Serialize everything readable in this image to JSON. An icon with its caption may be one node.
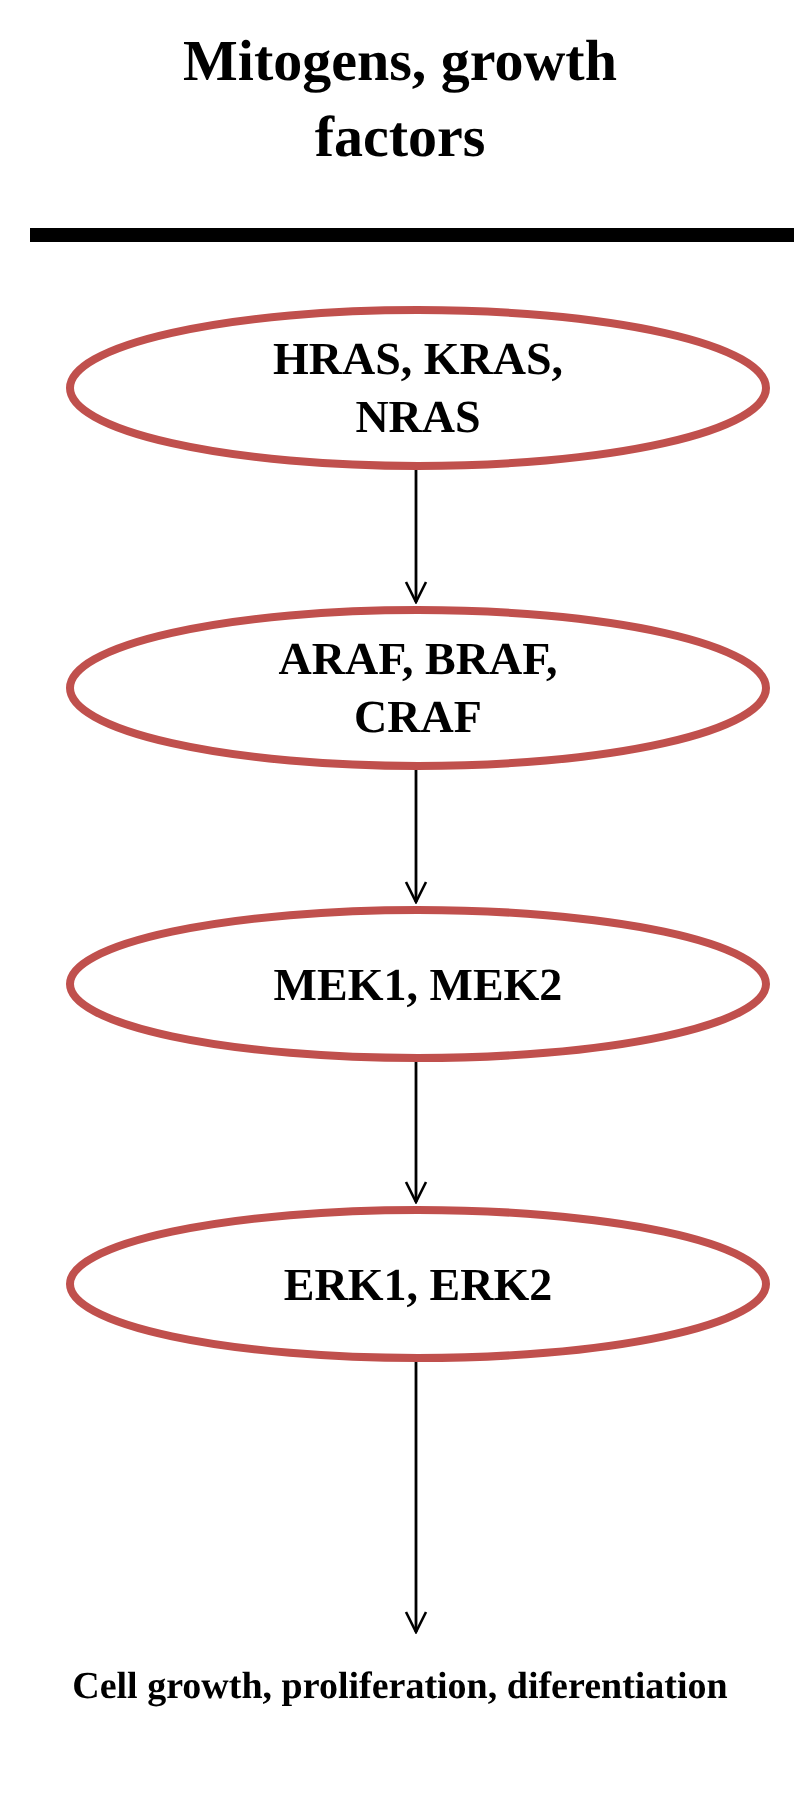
{
  "diagram": {
    "title": "Mitogens, growth factors",
    "nodes": [
      {
        "text": [
          "HRAS, KRAS, NRAS"
        ]
      },
      {
        "text": [
          "ARAF, BRAF, CRAF"
        ]
      },
      {
        "text": [
          "MEK1, MEK2"
        ]
      },
      {
        "text": [
          "ERK1, ERK2"
        ]
      },
      {
        "text": [
          "Cell growth, proliferation, diferentiation"
        ]
      }
    ],
    "edges": [
      {
        "from": 0,
        "to": 1,
        "arrow": "to"
      },
      {
        "from": 1,
        "to": 2,
        "arrow": "to"
      },
      {
        "from": 2,
        "to": 3,
        "arrow": "to"
      },
      {
        "from": 3,
        "to": 4,
        "arrow": "to"
      }
    ]
  }
}
